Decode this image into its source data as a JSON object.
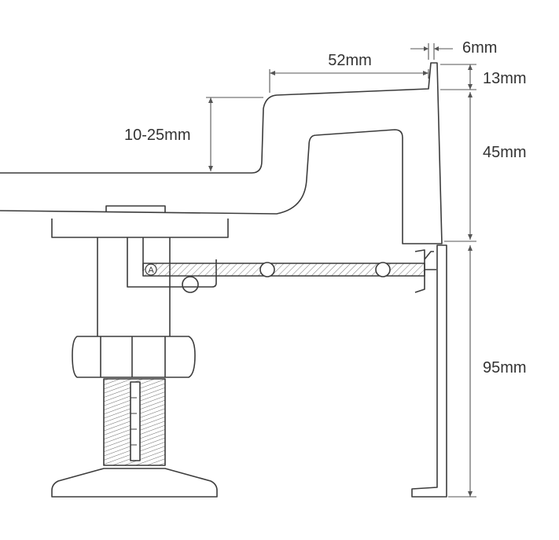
{
  "dimensions": {
    "lip_thickness": "6mm",
    "tray_depth": "52mm",
    "lip_height": "13mm",
    "step_height": "10-25mm",
    "upstand_height": "45mm",
    "panel_height": "95mm"
  },
  "callout": "A",
  "colors": {
    "stroke": "#3c3c3c",
    "dimension_line": "#555555",
    "background": "#ffffff"
  }
}
